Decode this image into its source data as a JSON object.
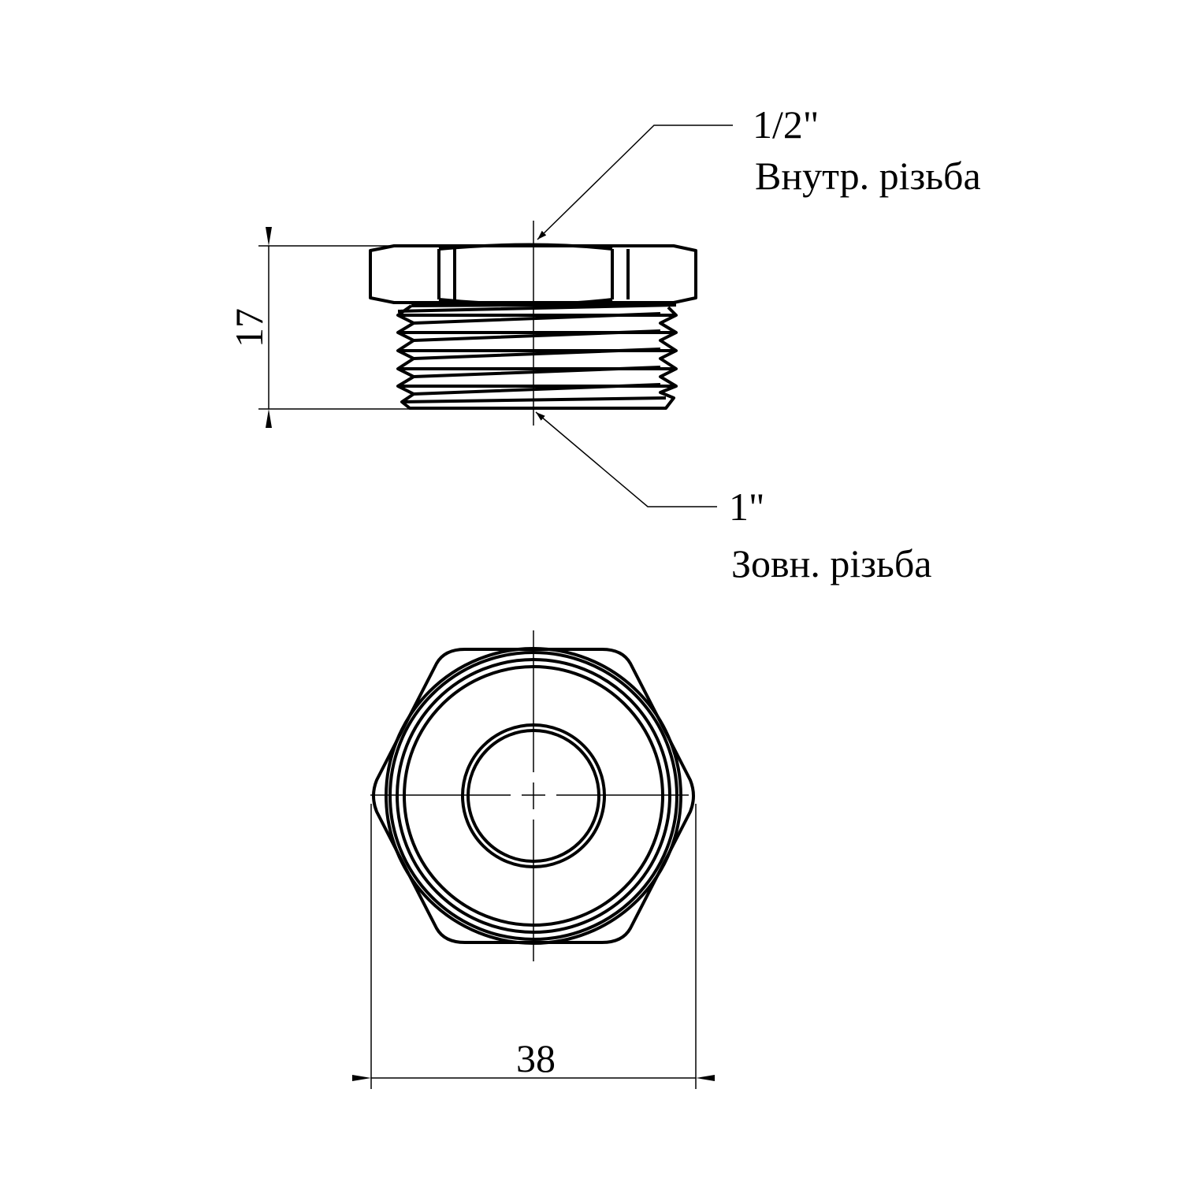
{
  "callouts": {
    "internal_thread": {
      "size": "1/2\"",
      "label": "Внутр. різьба"
    },
    "external_thread": {
      "size": "1\"",
      "label": "Зовн. різьба"
    }
  },
  "dimensions": {
    "height": "17",
    "width": "38"
  },
  "colors": {
    "line": "#000000",
    "background": "#ffffff"
  }
}
